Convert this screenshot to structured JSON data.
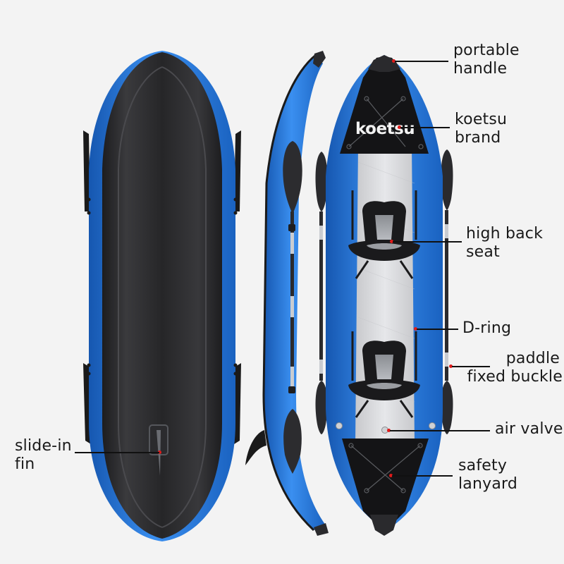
{
  "brand": {
    "logo_text": "koetsu"
  },
  "colors": {
    "background": "#f3f3f3",
    "tube_blue": "#1f6fd0",
    "tube_blue_light": "#3a8ff0",
    "hull_black": "#252527",
    "floor_gray": "#d9dadd",
    "callout_dot": "#e01a1a",
    "label_text": "#1a1a1a"
  },
  "views": [
    {
      "id": "bottom",
      "name": "kayak-bottom-view"
    },
    {
      "id": "side",
      "name": "kayak-side-view"
    },
    {
      "id": "top",
      "name": "kayak-top-view"
    }
  ],
  "callouts": [
    {
      "id": "portable-handle",
      "lines": [
        "portable",
        "handle"
      ]
    },
    {
      "id": "koetsu-brand",
      "lines": [
        "koetsu",
        "brand"
      ]
    },
    {
      "id": "high-back-seat",
      "lines": [
        "high back",
        "seat"
      ]
    },
    {
      "id": "d-ring",
      "lines": [
        "D-ring"
      ]
    },
    {
      "id": "paddle-fixed-buckle",
      "lines": [
        "paddle",
        "fixed buckle"
      ]
    },
    {
      "id": "air-valve",
      "lines": [
        "air valve"
      ]
    },
    {
      "id": "safety-lanyard",
      "lines": [
        "safety",
        "lanyard"
      ]
    },
    {
      "id": "slide-in-fin",
      "lines": [
        "slide-in",
        "fin"
      ]
    }
  ]
}
